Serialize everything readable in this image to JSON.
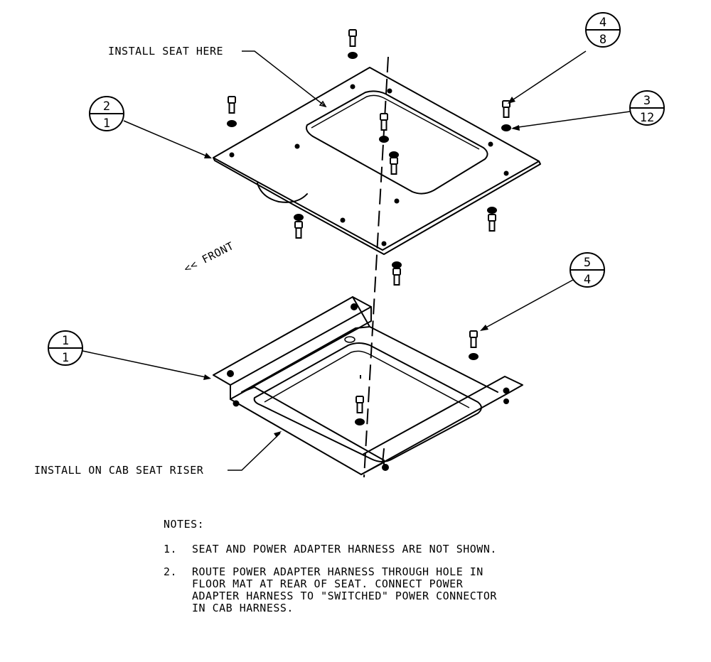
{
  "labels": {
    "install_seat": "INSTALL SEAT HERE",
    "front": "<< FRONT",
    "install_riser": "INSTALL  ON CAB SEAT RISER"
  },
  "balloons": [
    {
      "item": "2",
      "qty": "1"
    },
    {
      "item": "4",
      "qty": "8"
    },
    {
      "item": "3",
      "qty": "12"
    },
    {
      "item": "5",
      "qty": "4"
    },
    {
      "item": "1",
      "qty": "1"
    }
  ],
  "notes": {
    "title": "NOTES:",
    "items": [
      {
        "num": "1.",
        "text": "SEAT AND POWER ADAPTER HARNESS ARE NOT SHOWN."
      },
      {
        "num": "2.",
        "text": "ROUTE POWER ADAPTER HARNESS THROUGH HOLE IN\nFLOOR MAT AT REAR OF SEAT.  CONNECT POWER\nADAPTER HARNESS TO \"SWITCHED\" POWER CONNECTOR\nIN CAB HARNESS."
      }
    ]
  }
}
